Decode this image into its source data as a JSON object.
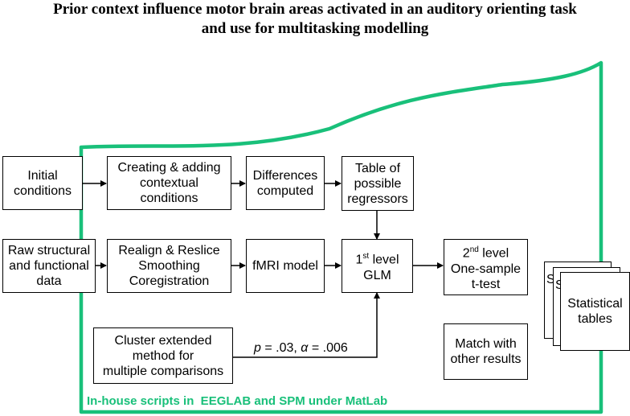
{
  "title": {
    "line1": "Prior context influence motor brain areas activated in an auditory orienting task",
    "line2": "and use for multitasking modelling"
  },
  "boxes": {
    "initial_conditions": [
      "Initial",
      "conditions"
    ],
    "contextual": [
      "Creating & adding",
      "contextual",
      "conditions"
    ],
    "differences": [
      "Differences",
      "computed"
    ],
    "regressors": [
      "Table of",
      "possible",
      "regressors"
    ],
    "raw_data": [
      "Raw structural",
      "and functional",
      "data"
    ],
    "preprocessing": [
      "Realign & Reslice",
      "Smoothing",
      "Coregistration"
    ],
    "fmri_model": "fMRI model",
    "first_level": {
      "sup": "st",
      "num": "1",
      "rest": " level",
      "line2": "GLM"
    },
    "second_level": {
      "num": "2",
      "sup": "nd",
      "rest": " level",
      "line2": "One-sample",
      "line3": "t-test"
    },
    "cluster": [
      "Cluster extended",
      "method for",
      "multiple comparisons"
    ],
    "match": [
      "Match with",
      "other results"
    ]
  },
  "stats": {
    "back1": "S",
    "back2": "S",
    "front": [
      "Statistical",
      "tables"
    ]
  },
  "threshold": {
    "p_label": "p",
    "p_value": " = .03, ",
    "alpha_label": "α",
    "alpha_value": " = .006"
  },
  "footer": "In-house scripts in  EEGLAB and SPM under MatLab",
  "colors": {
    "frame": "#19c07a",
    "stroke": "#000000"
  }
}
